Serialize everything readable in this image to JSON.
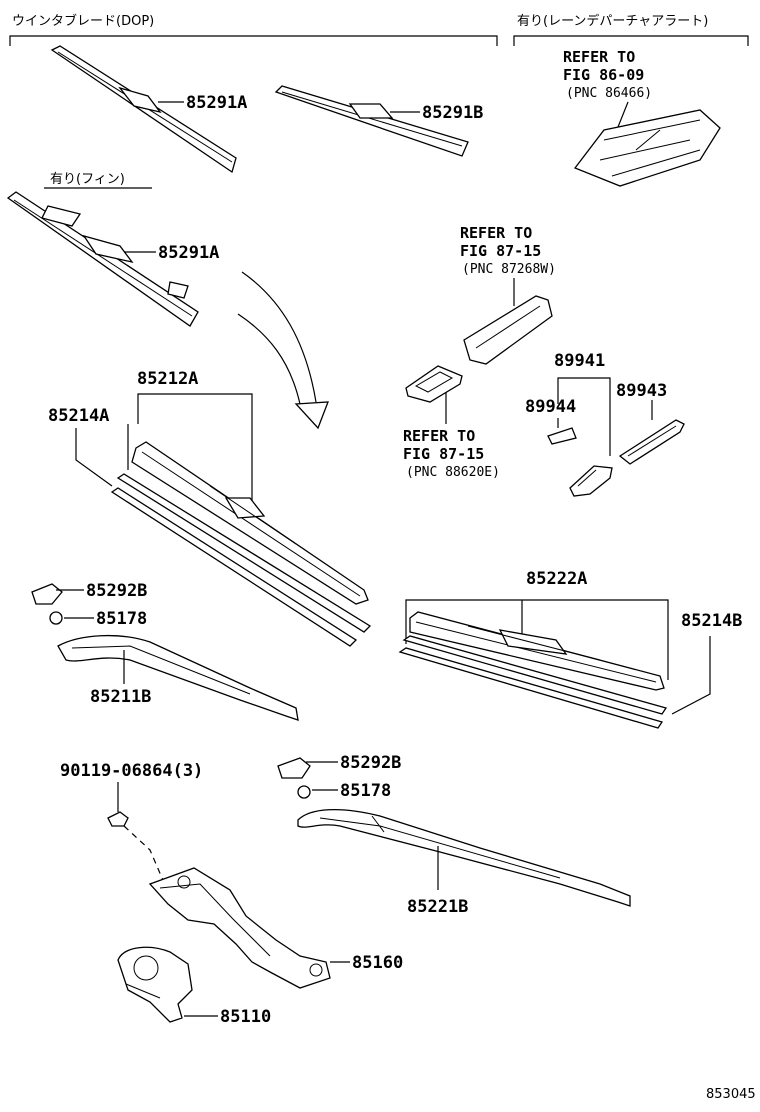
{
  "headers": {
    "dop_blade": "ウインタブレード(DOP)",
    "rain_departure": "有り(レーンデパーチャアラート)",
    "fin": "有り(フィン)"
  },
  "refs": {
    "ref1": {
      "line1": "REFER TO",
      "line2": "FIG 86-09",
      "line3": "(PNC 86466)"
    },
    "ref2": {
      "line1": "REFER TO",
      "line2": "FIG 87-15",
      "line3": "(PNC 87268W)"
    },
    "ref3": {
      "line1": "REFER TO",
      "line2": "FIG 87-15",
      "line3": "(PNC 88620E)"
    }
  },
  "parts": {
    "p85291A_top": "85291A",
    "p85291B": "85291B",
    "p85291A_fin": "85291A",
    "p85212A": "85212A",
    "p85214A": "85214A",
    "p89941": "89941",
    "p89944": "89944",
    "p89943": "89943",
    "p85292B_1": "85292B",
    "p85178_1": "85178",
    "p85211B": "85211B",
    "p85222A": "85222A",
    "p85214B": "85214B",
    "p90119": "90119-06864(3)",
    "p85292B_2": "85292B",
    "p85178_2": "85178",
    "p85221B": "85221B",
    "p85160": "85160",
    "p85110": "85110"
  },
  "catalog_code": "853045"
}
